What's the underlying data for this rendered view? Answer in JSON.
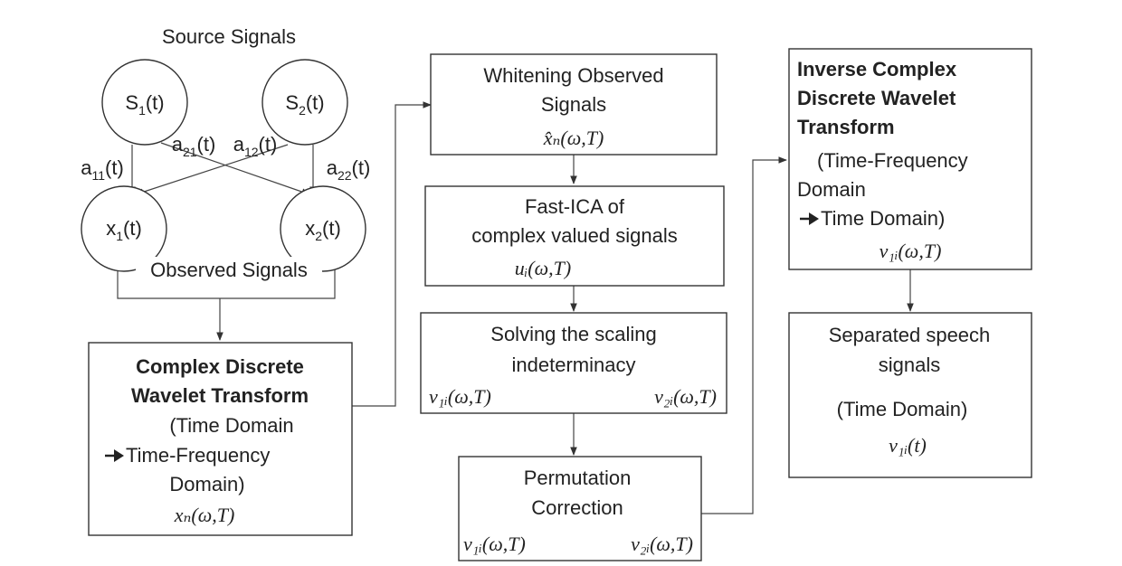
{
  "source_label": "Source Signals",
  "observed_label": "Observed Signals",
  "nodes": {
    "s1": {
      "main": "S",
      "sub": "1",
      "tail": "(t)"
    },
    "s2": {
      "main": "S",
      "sub": "2",
      "tail": "(t)"
    },
    "x1": {
      "main": "x",
      "sub": "1",
      "tail": "(t)"
    },
    "x2": {
      "main": "x",
      "sub": "2",
      "tail": "(t)"
    }
  },
  "edges": {
    "a11": {
      "main": "a",
      "sub": "11",
      "tail": "(t)"
    },
    "a21": {
      "main": "a",
      "sub": "21",
      "tail": "(t)"
    },
    "a12": {
      "main": "a",
      "sub": "12",
      "tail": "(t)"
    },
    "a22": {
      "main": "a",
      "sub": "22",
      "tail": "(t)"
    }
  },
  "boxes": {
    "cdwt": {
      "title1": "Complex Discrete",
      "title2": "Wavelet Transform",
      "line3": "(Time Domain",
      "line4": "Time-Frequency",
      "line5": "Domain)",
      "formula": "xₙ(ω,T)"
    },
    "whitening": {
      "line1": "Whitening Observed",
      "line2": "Signals",
      "formula": "x̂ₙ(ω,T)"
    },
    "fastica": {
      "line1": "Fast-ICA of",
      "line2": "complex valued signals",
      "formula": "uᵢ(ω,T)"
    },
    "scaling": {
      "line1": "Solving the scaling",
      "line2": "indeterminacy",
      "formula_left": "v₁ᵢ(ω,T)",
      "formula_right": "v₂ᵢ(ω,T)"
    },
    "permutation": {
      "line1": "Permutation",
      "line2": "Correction",
      "formula_left": "v₁ᵢ(ω,T)",
      "formula_right": "v₂ᵢ(ω,T)"
    },
    "icdwt": {
      "title1": "Inverse Complex",
      "title2": "Discrete Wavelet",
      "title3": "Transform",
      "line4": "(Time-Frequency",
      "line5": "Domain",
      "line6": "Time Domain)",
      "formula": "v₁ᵢ(ω,T)"
    },
    "separated": {
      "line1": "Separated speech",
      "line2": "signals",
      "line3": "(Time Domain)",
      "formula": "v₁ᵢ(t)"
    }
  }
}
